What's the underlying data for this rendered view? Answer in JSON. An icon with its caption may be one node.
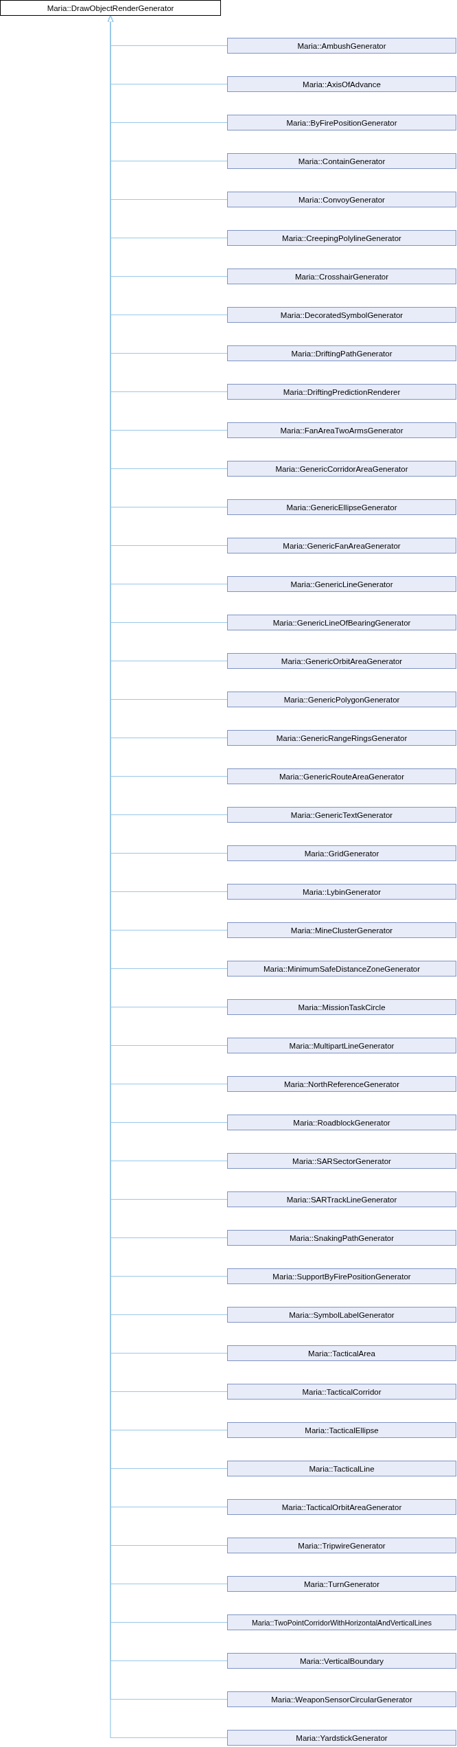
{
  "diagram": {
    "nodes": [
      {
        "text": [
          "Maria::DrawObjectRenderGenerator"
        ]
      },
      {
        "text": [
          "Maria::AmbushGenerator"
        ]
      },
      {
        "text": [
          "Maria::AxisOfAdvance"
        ]
      },
      {
        "text": [
          "Maria::ByFirePositionGenerator"
        ]
      },
      {
        "text": [
          "Maria::ContainGenerator"
        ]
      },
      {
        "text": [
          "Maria::ConvoyGenerator"
        ]
      },
      {
        "text": [
          "Maria::CreepingPolylineGenerator"
        ]
      },
      {
        "text": [
          "Maria::CrosshairGenerator"
        ]
      },
      {
        "text": [
          "Maria::DecoratedSymbolGenerator"
        ]
      },
      {
        "text": [
          "Maria::DriftingPathGenerator"
        ]
      },
      {
        "text": [
          "Maria::DriftingPredictionRenderer"
        ]
      },
      {
        "text": [
          "Maria::FanAreaTwoArmsGenerator"
        ]
      },
      {
        "text": [
          "Maria::GenericCorridorAreaGenerator"
        ]
      },
      {
        "text": [
          "Maria::GenericEllipseGenerator"
        ]
      },
      {
        "text": [
          "Maria::GenericFanAreaGenerator"
        ]
      },
      {
        "text": [
          "Maria::GenericLineGenerator"
        ]
      },
      {
        "text": [
          "Maria::GenericLineOfBearingGenerator"
        ]
      },
      {
        "text": [
          "Maria::GenericOrbitAreaGenerator"
        ]
      },
      {
        "text": [
          "Maria::GenericPolygonGenerator"
        ]
      },
      {
        "text": [
          "Maria::GenericRangeRingsGenerator"
        ]
      },
      {
        "text": [
          "Maria::GenericRouteAreaGenerator"
        ]
      },
      {
        "text": [
          "Maria::GenericTextGenerator"
        ]
      },
      {
        "text": [
          "Maria::GridGenerator"
        ]
      },
      {
        "text": [
          "Maria::LybinGenerator"
        ]
      },
      {
        "text": [
          "Maria::MineClusterGenerator"
        ]
      },
      {
        "text": [
          "Maria::MinimumSafeDistanceZoneGenerator"
        ]
      },
      {
        "text": [
          "Maria::MissionTaskCircle"
        ]
      },
      {
        "text": [
          "Maria::MultipartLineGenerator"
        ]
      },
      {
        "text": [
          "Maria::NorthReferenceGenerator"
        ]
      },
      {
        "text": [
          "Maria::RoadblockGenerator"
        ]
      },
      {
        "text": [
          "Maria::SARSectorGenerator"
        ]
      },
      {
        "text": [
          "Maria::SARTrackLineGenerator"
        ]
      },
      {
        "text": [
          "Maria::SnakingPathGenerator"
        ]
      },
      {
        "text": [
          "Maria::SupportByFirePositionGenerator"
        ]
      },
      {
        "text": [
          "Maria::SymbolLabelGenerator"
        ]
      },
      {
        "text": [
          "Maria::TacticalArea"
        ]
      },
      {
        "text": [
          "Maria::TacticalCorridor"
        ]
      },
      {
        "text": [
          "Maria::TacticalEllipse"
        ]
      },
      {
        "text": [
          "Maria::TacticalLine"
        ]
      },
      {
        "text": [
          "Maria::TacticalOrbitAreaGenerator"
        ]
      },
      {
        "text": [
          "Maria::TripwireGenerator"
        ]
      },
      {
        "text": [
          "Maria::TurnGenerator"
        ]
      },
      {
        "text": [
          "Maria::TwoPointCorridorWithHorizontalAndVerticalLines"
        ]
      },
      {
        "text": [
          "Maria::VerticalBoundary"
        ]
      },
      {
        "text": [
          "Maria::WeaponSensorCircularGenerator"
        ]
      },
      {
        "text": [
          "Maria::YardstickGenerator"
        ]
      }
    ],
    "edges": [
      {
        "from": 1,
        "to": 0,
        "arrow": "to"
      },
      {
        "from": 2,
        "to": 0,
        "arrow": "to"
      },
      {
        "from": 3,
        "to": 0,
        "arrow": "to"
      },
      {
        "from": 4,
        "to": 0,
        "arrow": "to"
      },
      {
        "from": 5,
        "to": 0,
        "arrow": "to"
      },
      {
        "from": 6,
        "to": 0,
        "arrow": "to"
      },
      {
        "from": 7,
        "to": 0,
        "arrow": "to"
      },
      {
        "from": 8,
        "to": 0,
        "arrow": "to"
      },
      {
        "from": 9,
        "to": 0,
        "arrow": "to"
      },
      {
        "from": 10,
        "to": 0,
        "arrow": "to"
      },
      {
        "from": 11,
        "to": 0,
        "arrow": "to"
      },
      {
        "from": 12,
        "to": 0,
        "arrow": "to"
      },
      {
        "from": 13,
        "to": 0,
        "arrow": "to"
      },
      {
        "from": 14,
        "to": 0,
        "arrow": "to"
      },
      {
        "from": 15,
        "to": 0,
        "arrow": "to"
      },
      {
        "from": 16,
        "to": 0,
        "arrow": "to"
      },
      {
        "from": 17,
        "to": 0,
        "arrow": "to"
      },
      {
        "from": 18,
        "to": 0,
        "arrow": "to"
      },
      {
        "from": 19,
        "to": 0,
        "arrow": "to"
      },
      {
        "from": 20,
        "to": 0,
        "arrow": "to"
      },
      {
        "from": 21,
        "to": 0,
        "arrow": "to"
      },
      {
        "from": 22,
        "to": 0,
        "arrow": "to"
      },
      {
        "from": 23,
        "to": 0,
        "arrow": "to"
      },
      {
        "from": 24,
        "to": 0,
        "arrow": "to"
      },
      {
        "from": 25,
        "to": 0,
        "arrow": "to"
      },
      {
        "from": 26,
        "to": 0,
        "arrow": "to"
      },
      {
        "from": 27,
        "to": 0,
        "arrow": "to"
      },
      {
        "from": 28,
        "to": 0,
        "arrow": "to"
      },
      {
        "from": 29,
        "to": 0,
        "arrow": "to"
      },
      {
        "from": 30,
        "to": 0,
        "arrow": "to"
      },
      {
        "from": 31,
        "to": 0,
        "arrow": "to"
      },
      {
        "from": 32,
        "to": 0,
        "arrow": "to"
      },
      {
        "from": 33,
        "to": 0,
        "arrow": "to"
      },
      {
        "from": 34,
        "to": 0,
        "arrow": "to"
      },
      {
        "from": 35,
        "to": 0,
        "arrow": "to"
      },
      {
        "from": 36,
        "to": 0,
        "arrow": "to"
      },
      {
        "from": 37,
        "to": 0,
        "arrow": "to"
      },
      {
        "from": 38,
        "to": 0,
        "arrow": "to"
      },
      {
        "from": 39,
        "to": 0,
        "arrow": "to"
      },
      {
        "from": 40,
        "to": 0,
        "arrow": "to"
      },
      {
        "from": 41,
        "to": 0,
        "arrow": "to"
      },
      {
        "from": 42,
        "to": 0,
        "arrow": "to"
      },
      {
        "from": 43,
        "to": 0,
        "arrow": "to"
      },
      {
        "from": 44,
        "to": 0,
        "arrow": "to"
      },
      {
        "from": 45,
        "to": 0,
        "arrow": "to"
      }
    ]
  }
}
